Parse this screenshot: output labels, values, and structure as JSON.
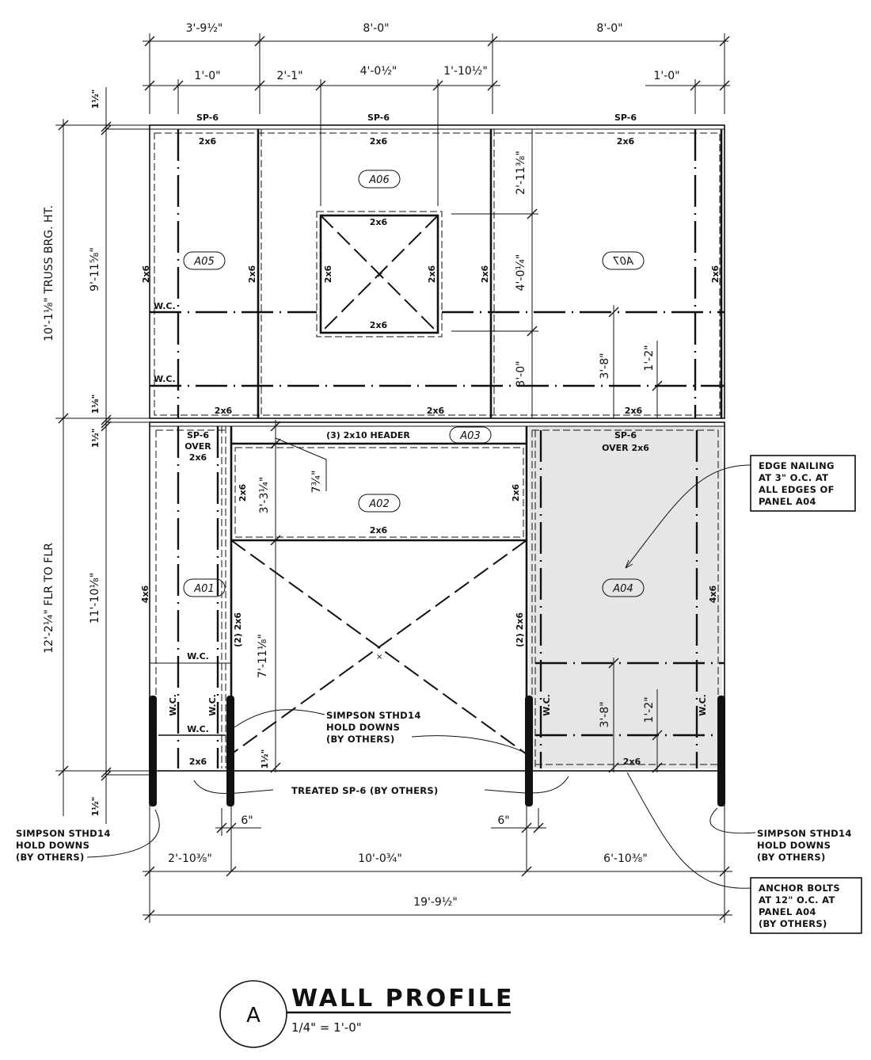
{
  "drawing": {
    "title": "WALL PROFILE",
    "detail_letter": "A",
    "scale": "1/4\" = 1'-0\"",
    "shaded_fill": "#e6e6e6",
    "line_color": "#111111"
  },
  "top_dimensions": {
    "row1": [
      "3'-9½\"",
      "8'-0\"",
      "8'-0\""
    ],
    "row2": [
      "1'-0\"",
      "2'-1\"",
      "4'-0½\"",
      "1'-10½\"",
      "1'-0\""
    ]
  },
  "left_dimensions": {
    "overall_upper": "10'-1⅛\" TRUSS BRG. HT.",
    "overall_lower": "12'-2¼\" FLR TO FLR",
    "upper_clear": "9'-11⅝\"",
    "lower_clear": "11'-10⅛\"",
    "top_plate": "1½\"",
    "mid_plate_upper": "1⅛\"",
    "mid_plate_lower": "1½\"",
    "bottom_plate": "1½\""
  },
  "bottom_dimensions": {
    "segments": [
      "2'-10⅜\"",
      "10'-0¾\"",
      "6'-10⅜\""
    ],
    "overall": "19'-9½\"",
    "offset_left": "6\"",
    "offset_right": "6\""
  },
  "panels": {
    "A01": "A01",
    "A02": "A02",
    "A03": "A03",
    "A04": "A04",
    "A05": "A05",
    "A06": "A06",
    "A07": "A07"
  },
  "member_labels": {
    "sp6": "SP-6",
    "stud": "2x6",
    "post": "4x6",
    "double_stud": "(2) 2x6",
    "header": "(3) 2x10 HEADER",
    "sp6_over_2x6": [
      "SP-6",
      "OVER",
      "2x6"
    ],
    "sp6_over_2x6_inline": [
      "SP-6",
      "OVER 2x6"
    ],
    "wc": "W.C."
  },
  "interior_dimensions": {
    "window_top": "2'-11⅜\"",
    "window_height": "4'-0¼\"",
    "window_sill": "3'-0\"",
    "upper_wc_1": "3'-8\"",
    "upper_wc_2": "1'-2\"",
    "header_depth": "7¾\"",
    "lower_panel_height": "3'-3¼\"",
    "opening_height": "7'-11⅛\"",
    "bottom_plate_small": "1½\"",
    "lower_wc_1": "3'-8\"",
    "lower_wc_2": "1'-2\""
  },
  "notes": {
    "edge_nailing": [
      "EDGE NAILING",
      "AT 3\" O.C. AT",
      "ALL EDGES OF",
      "PANEL A04"
    ],
    "holddowns_center": [
      "SIMPSON STHD14",
      "HOLD DOWNS",
      "(BY OTHERS)"
    ],
    "holddowns_left": [
      "SIMPSON STHD14",
      "HOLD DOWNS",
      "(BY OTHERS)"
    ],
    "holddowns_right": [
      "SIMPSON STHD14",
      "HOLD DOWNS",
      "(BY OTHERS)"
    ],
    "treated_plate": "TREATED SP-6 (BY OTHERS)",
    "anchor_bolts": [
      "ANCHOR BOLTS",
      "AT 12\" O.C. AT",
      "PANEL A04",
      "(BY OTHERS)"
    ]
  }
}
